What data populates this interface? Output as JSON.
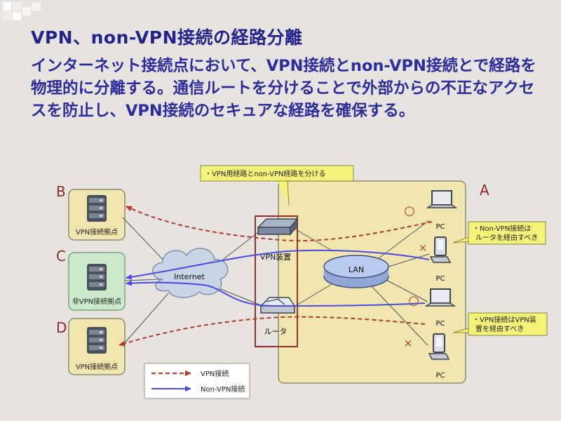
{
  "title": "VPN、non-VPN接続の経路分離",
  "body": "インターネット接続点において、VPN接続とnon-VPN接続とで経路を物理的に分離する。通信ルートを分けることで外部からの不正なアクセスを防止し、VPN接続のセキュアな経路を確保する。",
  "diagram": {
    "sites": [
      {
        "letter": "B",
        "label": "VPN接続拠点"
      },
      {
        "letter": "C",
        "label": "非VPN接続拠点"
      },
      {
        "letter": "D",
        "label": "VPN接続拠点"
      }
    ],
    "site_a_letter": "A",
    "internet_label": "Internet",
    "lan_label": "LAN",
    "vpn_device_label": "VPN装置",
    "router_label": "ルータ",
    "pc_label": "PC",
    "marks": [
      "○",
      "×",
      "○",
      "×"
    ],
    "callouts": {
      "separate": "・VPN用経路とnon-VPN経路を分ける",
      "nonvpn_line1": "・Non-VPN接続は",
      "nonvpn_line2": "ルータを経由すべき",
      "vpn_line1": "・VPN接続はVPN装",
      "vpn_line2": "置を経由すべき"
    },
    "legend": [
      {
        "label": "VPN接続",
        "style": "dashed",
        "color": "#b33a2a"
      },
      {
        "label": "Non-VPN接続",
        "style": "solid",
        "color": "#4b4be0"
      }
    ],
    "colors": {
      "title": "#23238c",
      "vpn_line": "#b33a2a",
      "nonvpn_line": "#4b4be0",
      "site_a_bg": "#f2e6b0",
      "site_c_bg": "#c9ebc9",
      "callout_bg": "#f5f27a",
      "highlight_box": "#9b2d2d"
    }
  }
}
